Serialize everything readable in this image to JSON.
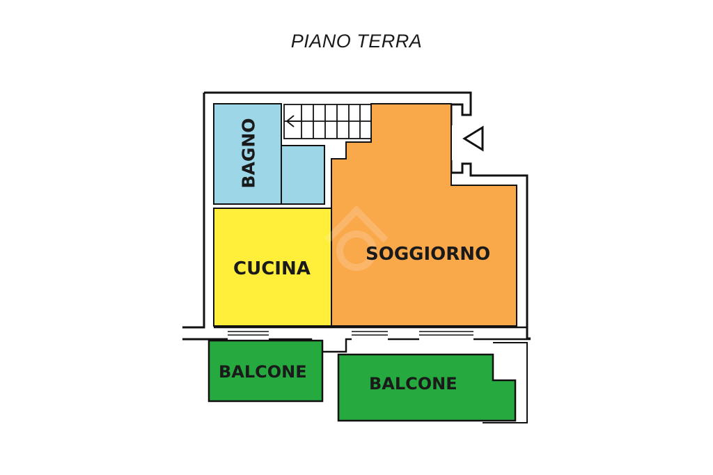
{
  "floor": {
    "title": "PIANO TERRA"
  },
  "rooms": {
    "bagno": {
      "label": "BAGNO",
      "color": "#9dd6e6"
    },
    "cucina": {
      "label": "CUCINA",
      "color": "#ffef3a"
    },
    "soggiorno": {
      "label": "SOGGIORNO",
      "color": "#f9a84a"
    },
    "balcone_1": {
      "label": "BALCONE",
      "color": "#26a93e"
    },
    "balcone_2": {
      "label": "BALCONE",
      "color": "#26a93e"
    }
  },
  "icons": {
    "entrance": "entrance-triangle-icon",
    "stairs": "stairs-icon",
    "watermark": "watermark-logo-icon"
  },
  "colors": {
    "wall": "#111111",
    "background": "#ffffff"
  }
}
